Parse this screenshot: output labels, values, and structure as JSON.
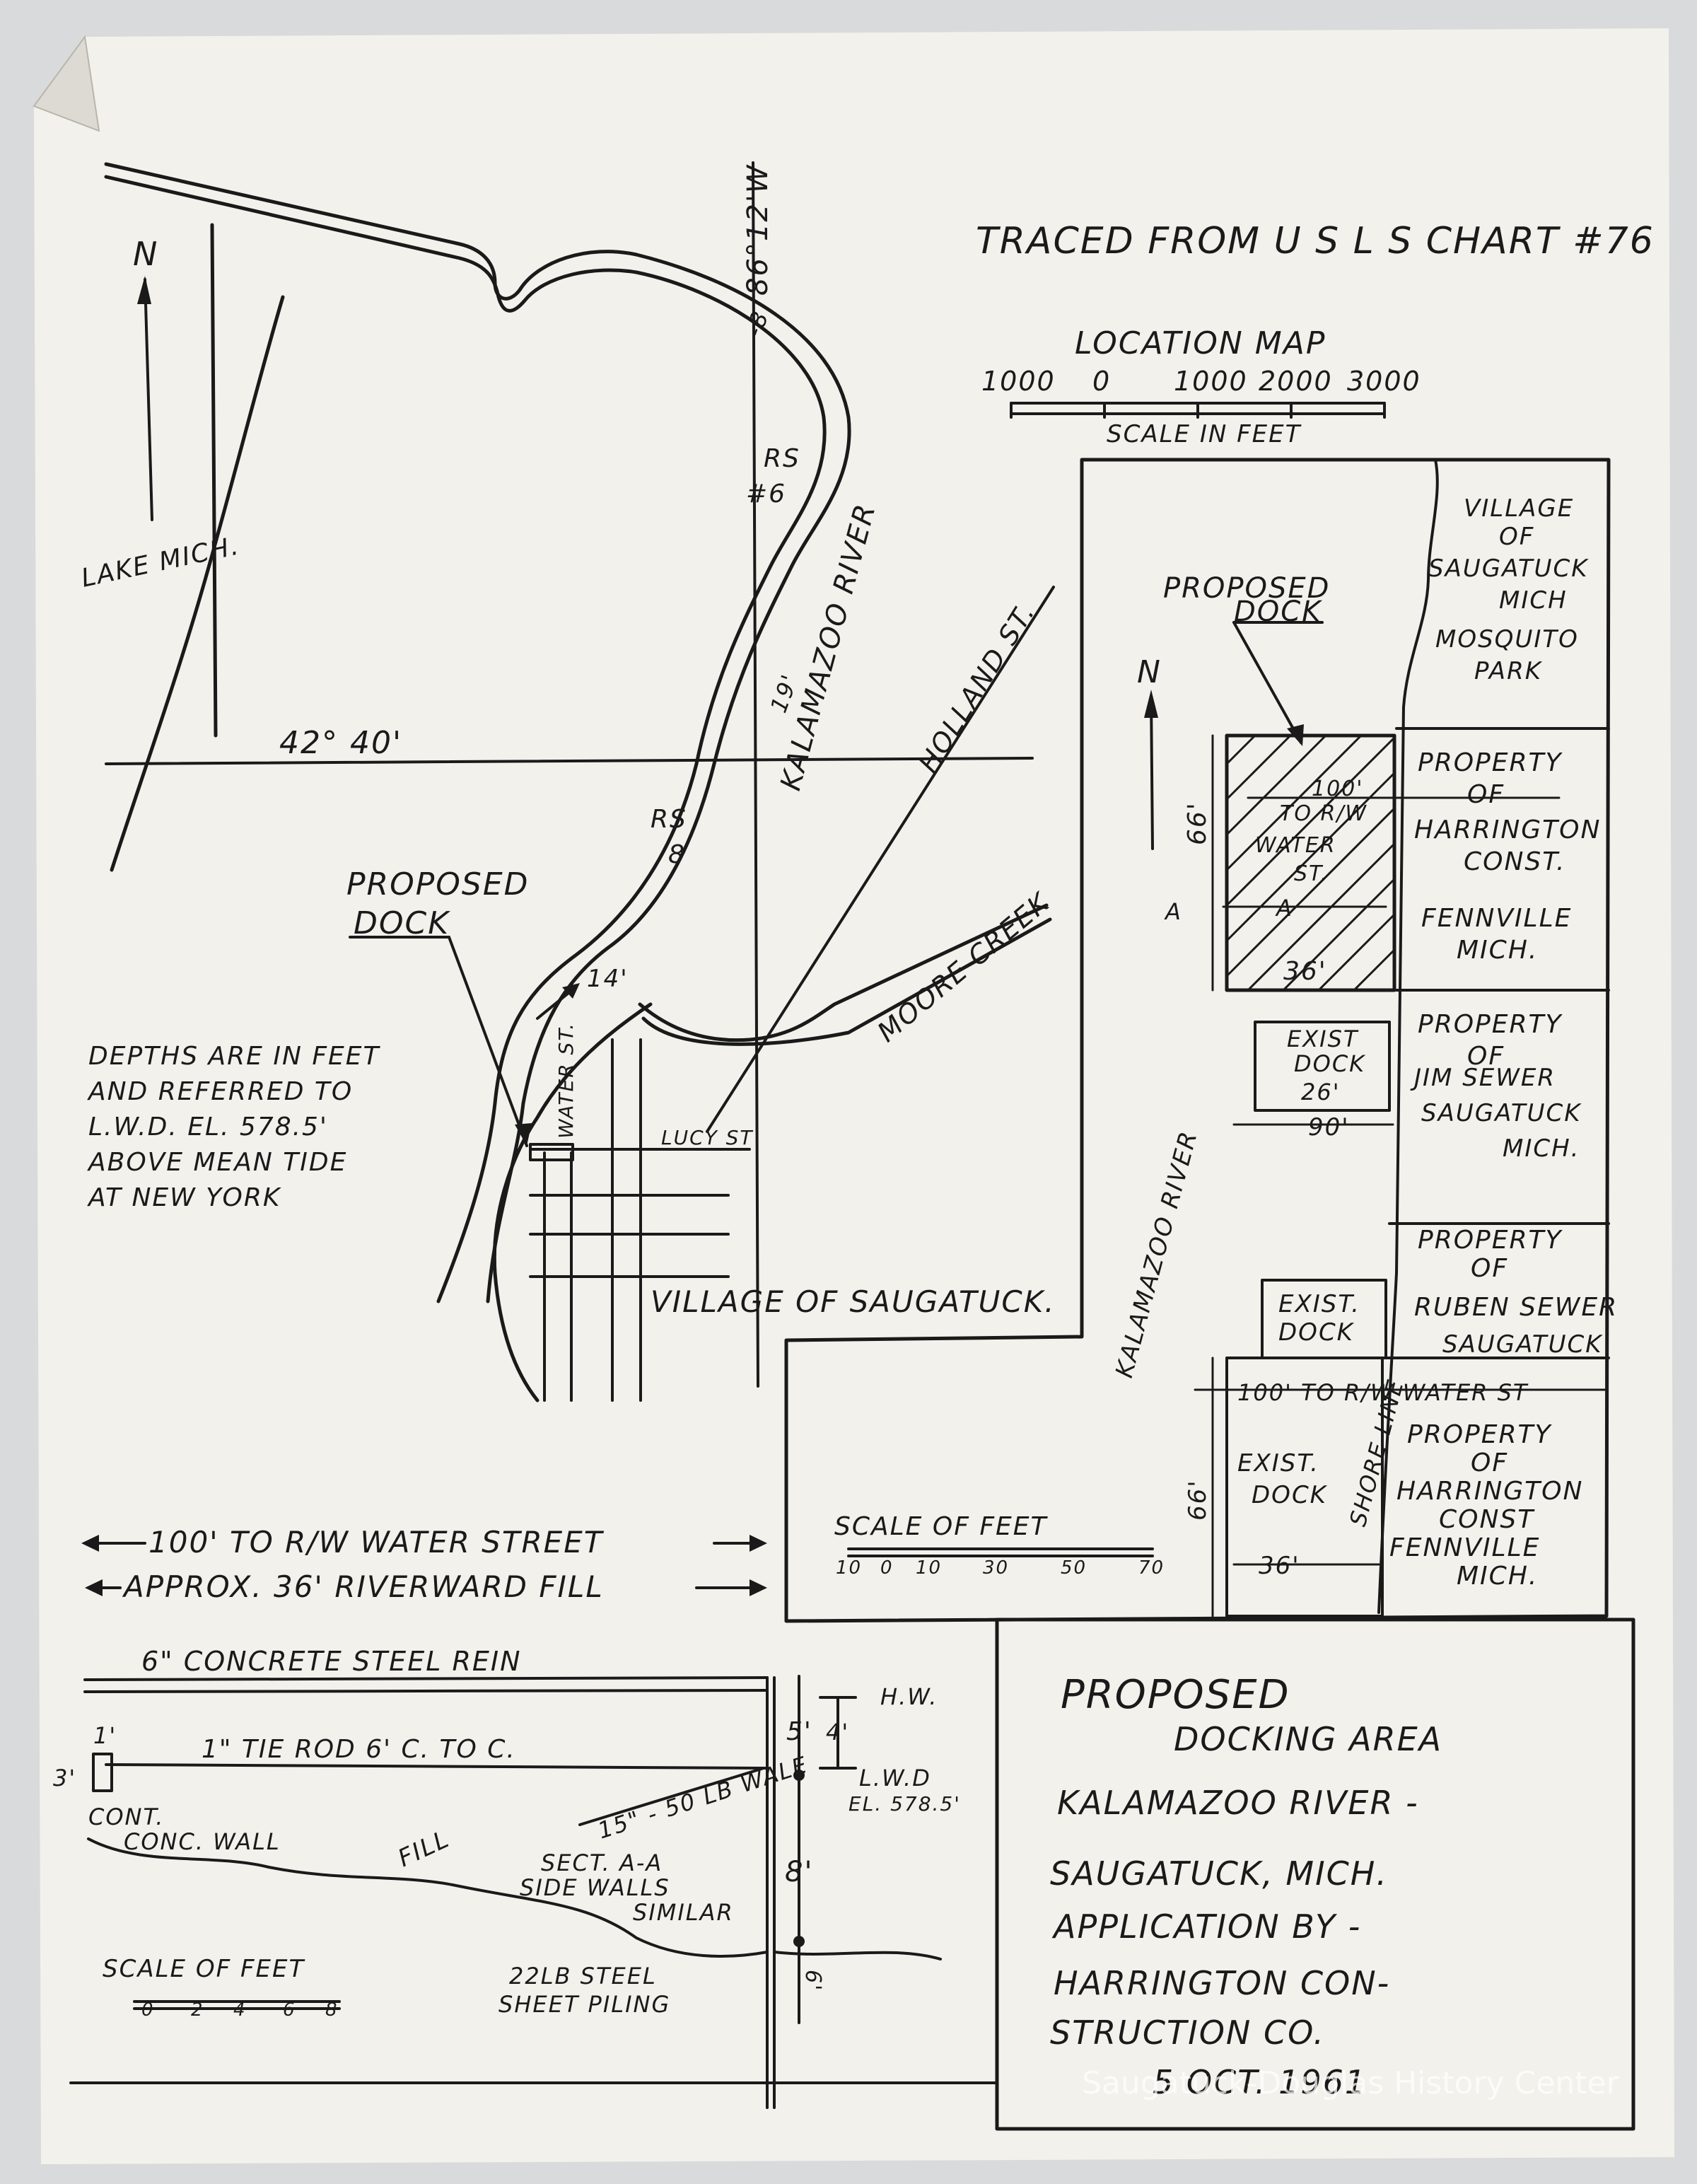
{
  "chart_number": "TRACED FROM U S L S CHART #76",
  "location_map": {
    "title": "LOCATION MAP",
    "scale_ticks": [
      "1000",
      "0",
      "1000",
      "2000",
      "3000"
    ],
    "scale_label": "SCALE IN FEET",
    "lake": "LAKE MICH.",
    "longitude": "86°12'W",
    "latitude": "42° 40'",
    "river": "KALAMAZOO RIVER",
    "street_holland": "HOLLAND ST.",
    "creek": "MOORE CREEK",
    "street_water": "WATER ST.",
    "street_lucy": "LUCY ST",
    "village": "VILLAGE OF SAUGATUCK.",
    "proposed_dock": [
      "PROPOSED",
      "DOCK"
    ],
    "range_station_1": [
      "RS",
      "#6"
    ],
    "range_station_2": [
      "RS",
      "8"
    ],
    "depth_1": "19'",
    "depth_2": "14'",
    "depth_3": "-8",
    "north": "N"
  },
  "depths_note": [
    "DEPTHS ARE IN FEET",
    "AND REFERRED TO",
    "L.W.D. EL. 578.5'",
    "ABOVE MEAN TIDE",
    "AT NEW YORK"
  ],
  "site_plan": {
    "proposed_dock": [
      "PROPOSED",
      "DOCK"
    ],
    "village_park": [
      "VILLAGE",
      "OF",
      "SAUGATUCK",
      "MICH",
      "MOSQUITO",
      "PARK"
    ],
    "property_1": [
      "PROPERTY",
      "OF",
      "HARRINGTON",
      "CONST.",
      "FENNVILLE",
      "MICH."
    ],
    "property_2": [
      "PROPERTY",
      "OF",
      "JIM SEWER",
      "SAUGATUCK",
      "MICH."
    ],
    "property_3": [
      "PROPERTY",
      "OF",
      "RUBEN SEWER",
      "SAUGATUCK"
    ],
    "property_4": [
      "PROPERTY",
      "OF",
      "HARRINGTON",
      "CONST",
      "FENNVILLE",
      "MICH."
    ],
    "dim_100_top": [
      "100'",
      "TO R/W",
      "WATER",
      "ST."
    ],
    "dim_66_top": "66'",
    "dim_36_top": "36'",
    "section_a": "A",
    "exist_dock_1": [
      "EXIST",
      "DOCK",
      "26'"
    ],
    "dim_90": "90'",
    "exist_dock_2": [
      "EXIST.",
      "DOCK"
    ],
    "dim_100_bottom": "100' TO R/W WATER ST",
    "exist_dock_3": [
      "EXIST.",
      "DOCK"
    ],
    "shore_line": "SHORE LINE",
    "dim_66_bottom": "66'",
    "dim_36_bottom": "36'",
    "river": "KALAMAZOO RIVER",
    "north": "N",
    "scale_label": "SCALE OF FEET",
    "scale_ticks": [
      "10",
      "0",
      "10",
      "30",
      "50",
      "70"
    ]
  },
  "annotations": {
    "line_1": "100' TO R/W WATER STREET",
    "line_2": "APPROX. 36' RIVERWARD FILL"
  },
  "section": {
    "slab": "6\" CONCRETE STEEL REIN",
    "tie_rod": "1\" TIE ROD 6' C. TO C.",
    "dim_1": "1'",
    "dim_3": "3'",
    "wall": [
      "CONT.",
      "CONC. WALL"
    ],
    "fill": "FILL",
    "wale": "15\" - 50 LB WALE",
    "sect": [
      "SECT. A-A",
      "SIDE WALLS",
      "SIMILAR"
    ],
    "piling": [
      "22LB STEEL",
      "SHEET PILING"
    ],
    "hw": "H.W.",
    "lwd": [
      "L.W.D",
      "EL. 578.5'"
    ],
    "dim_5": "5'",
    "dim_4": "4'",
    "dim_8": "8'",
    "dim_6": "6'",
    "scale_label": "SCALE OF FEET",
    "scale_ticks": [
      "0",
      "2",
      "4",
      "6",
      "8"
    ]
  },
  "title_block": {
    "lines": [
      "PROPOSED",
      "DOCKING AREA",
      "KALAMAZOO RIVER -",
      "SAUGATUCK, MICH.",
      "APPLICATION BY -",
      "HARRINGTON CON-",
      "STRUCTION CO."
    ],
    "date": "5 OCT. 1961"
  },
  "watermark": "Saugatuck-Douglas History Center"
}
